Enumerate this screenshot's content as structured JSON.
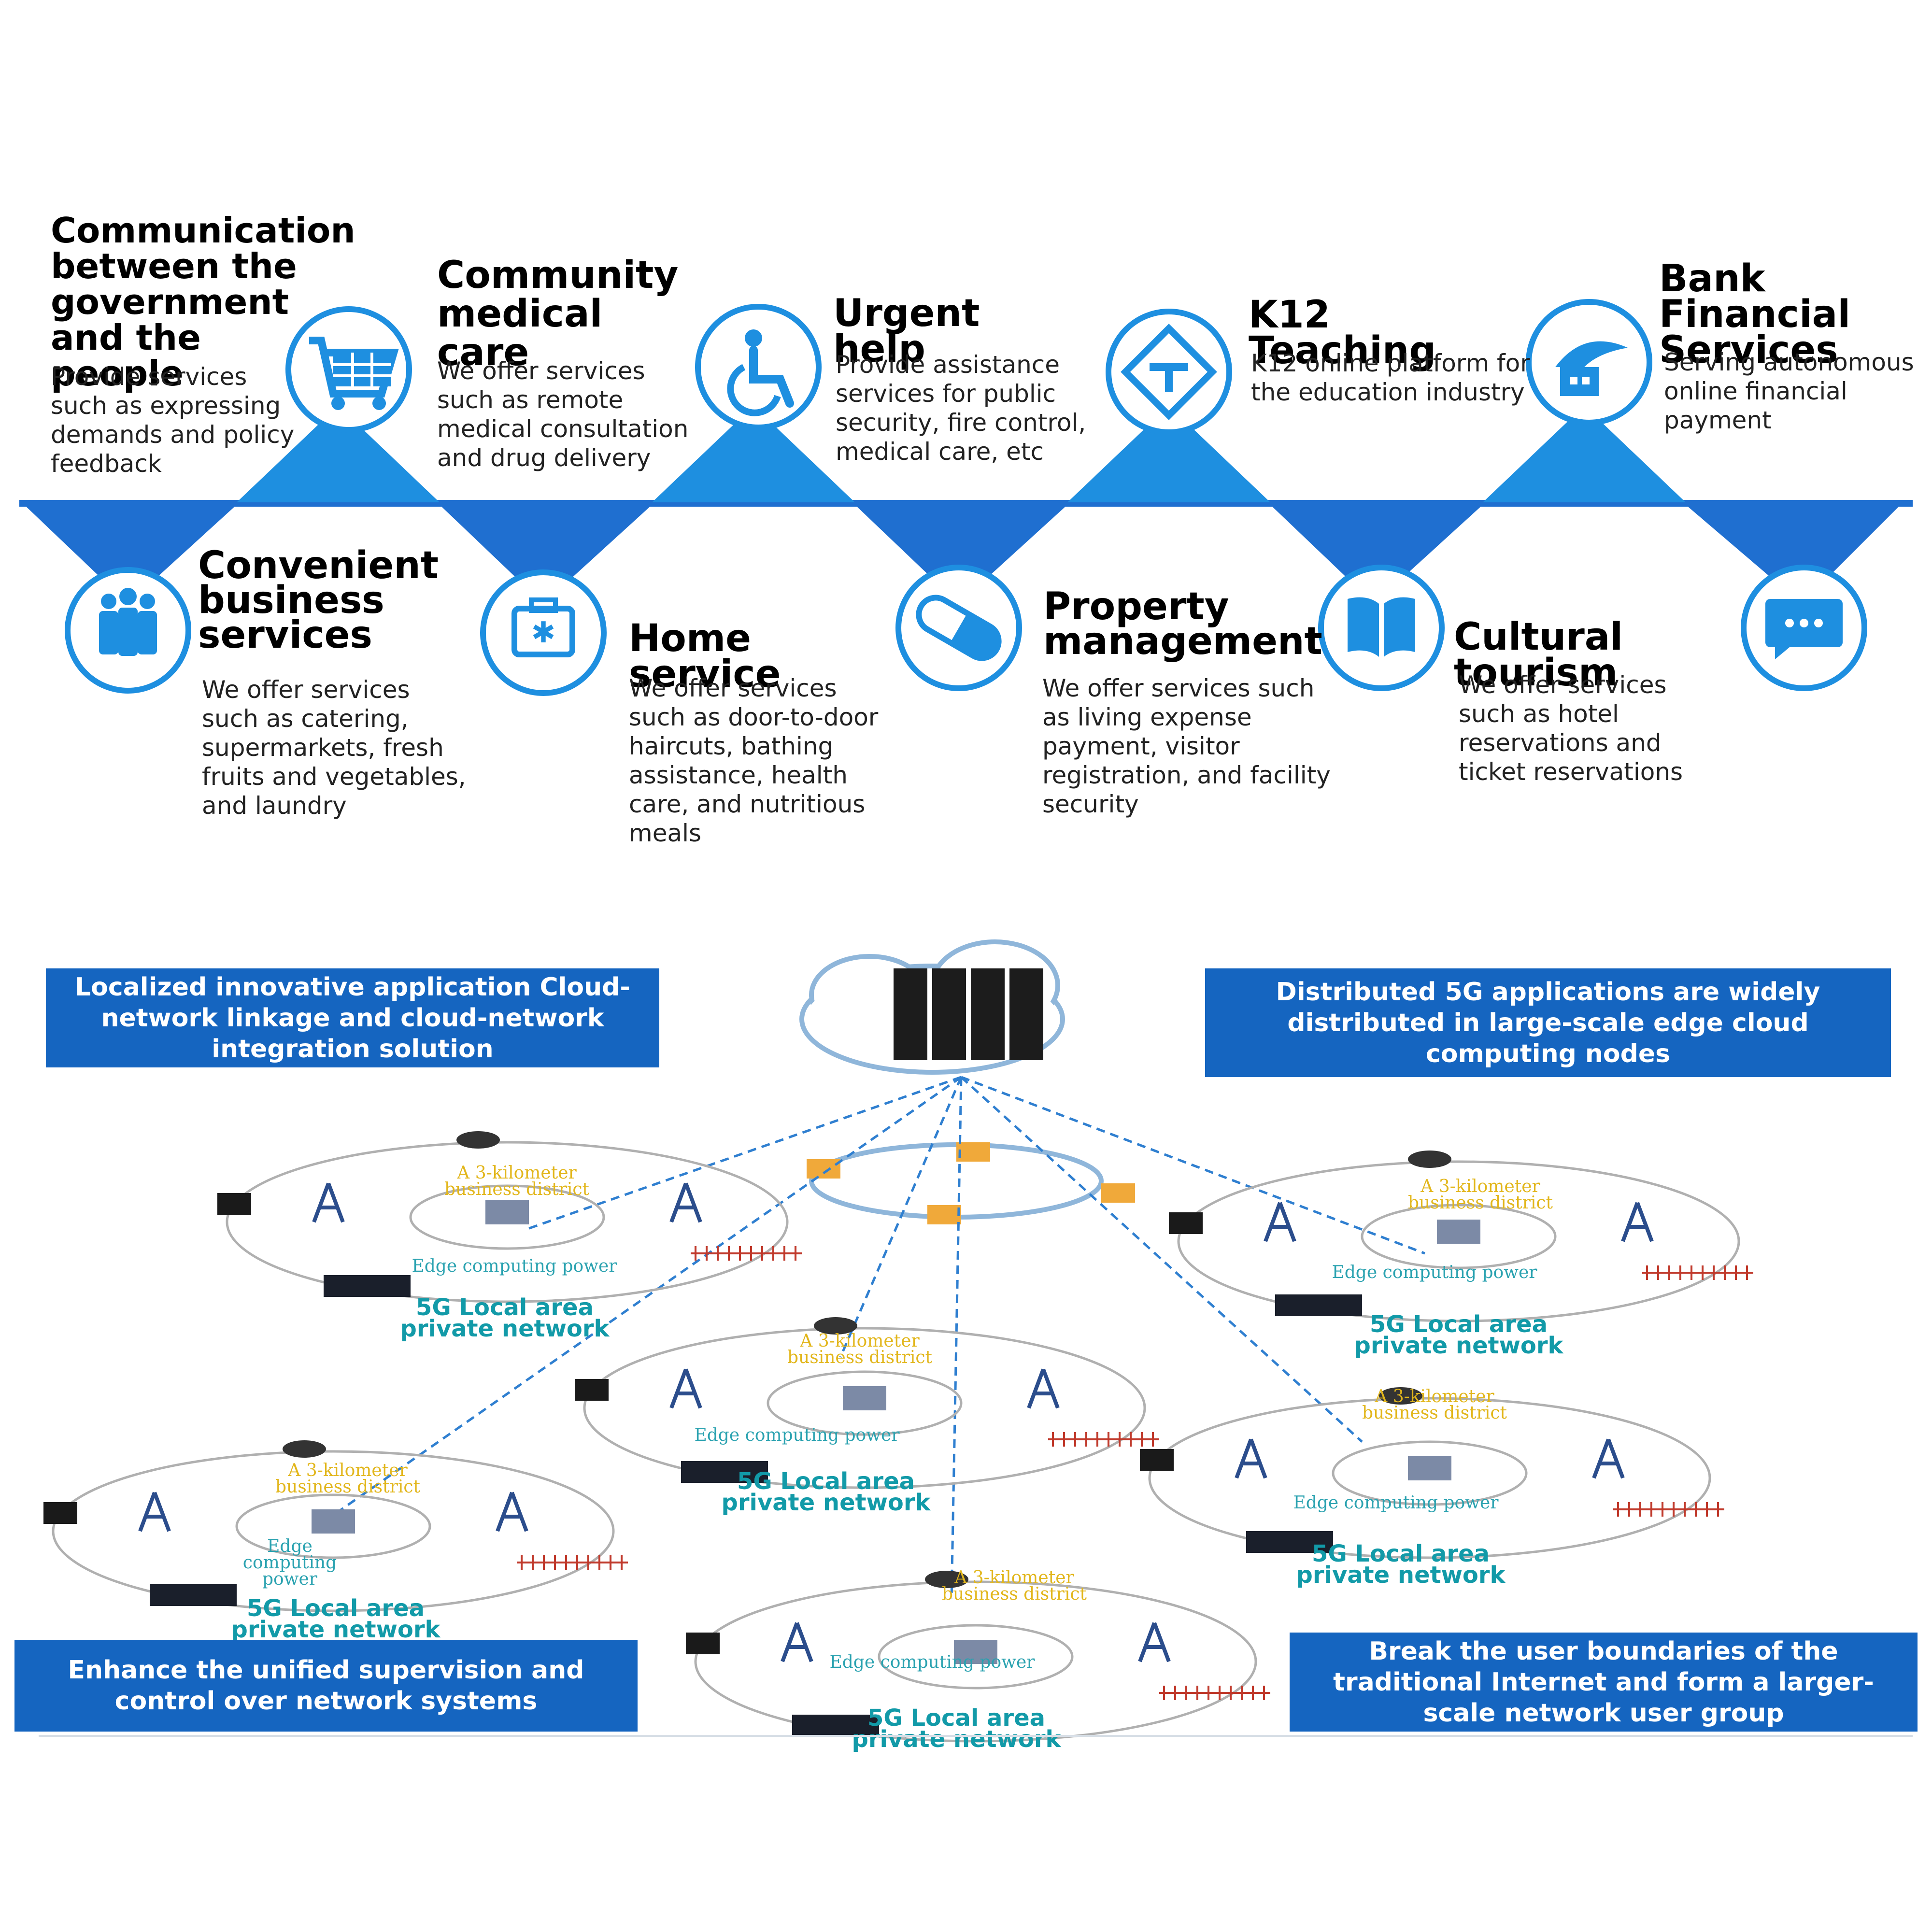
{
  "timeline": {
    "top_items": [
      {
        "title": "Communication between the government and the people",
        "desc": "Provide services such as expressing demands and policy feedback",
        "icon": "shopping-cart-icon"
      },
      {
        "title": "Community medical care",
        "desc": "We offer services such as remote medical consultation and drug delivery",
        "icon": "wheelchair-icon"
      },
      {
        "title": "Urgent help",
        "desc": "Provide assistance services for public security, fire control, medical care, etc",
        "icon": "road-sign-icon"
      },
      {
        "title": "K12 Teaching",
        "desc": "K12 online platform for the education industry",
        "icon": "house-leaf-icon"
      },
      {
        "title": "Bank Financial Services",
        "desc": "Serving autonomous online financial payment",
        "icon": "none"
      }
    ],
    "bottom_items": [
      {
        "title": "Convenient business services",
        "desc": "We offer services such as catering, supermarkets, fresh fruits and vegetables, and laundry",
        "icon": "people-group-icon"
      },
      {
        "title": "Home service",
        "desc": "We offer services such as door-to-door haircuts, bathing assistance, health care, and nutritious meals",
        "icon": "medical-kit-icon"
      },
      {
        "title": "Property management",
        "desc": "We offer services such as living expense payment, visitor registration, and facility security",
        "icon": "pill-icon"
      },
      {
        "title": "Cultural tourism",
        "desc": "We offer services such as hotel reservations and ticket reservations",
        "icon": "open-book-icon"
      },
      {
        "title": "",
        "desc": "",
        "icon": "chat-bubble-icon"
      }
    ],
    "accent_color": "#1e8fe0",
    "band_color": "#1f6fd0"
  },
  "network": {
    "banners": {
      "top_left": "Localized innovative application Cloud-network linkage and cloud-network integration solution",
      "top_right": "Distributed 5G applications are widely distributed in large-scale edge cloud computing nodes",
      "bottom_left": "Enhance the unified supervision and control over network systems",
      "bottom_right": "Break the user boundaries of the traditional Internet and form a larger-scale network user group"
    },
    "cluster_labels": {
      "district": "A 3-kilometer business district",
      "edge": "Edge computing power",
      "network": "5G Local area private network"
    },
    "cluster_count": 6,
    "banner_color": "#1565c0",
    "label_color": "#129aa8",
    "district_color": "#e2b61b"
  }
}
